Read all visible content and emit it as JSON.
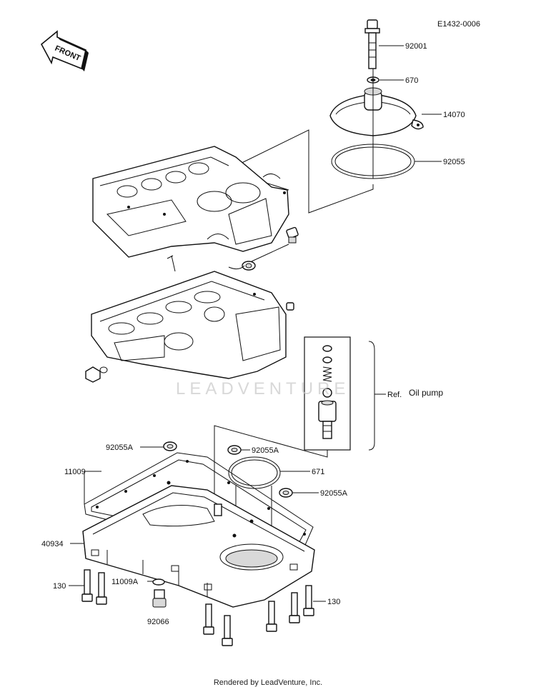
{
  "diagram_id": "E1432-0006",
  "front_label": "FRONT",
  "watermark": "LEADVENTURE",
  "reference": {
    "prefix": "Ref.",
    "name": "Oil pump"
  },
  "callouts": {
    "c92001": "92001",
    "c670": "670",
    "c14070": "14070",
    "c92055": "92055",
    "c92055A_1": "92055A",
    "c92055A_2": "92055A",
    "c92055A_3": "92055A",
    "c11009": "11009",
    "c671": "671",
    "c40934": "40934",
    "c130_left": "130",
    "c11009A": "11009A",
    "c130_right": "130",
    "c92066": "92066"
  },
  "footer": "Rendered by LeadVenture, Inc."
}
